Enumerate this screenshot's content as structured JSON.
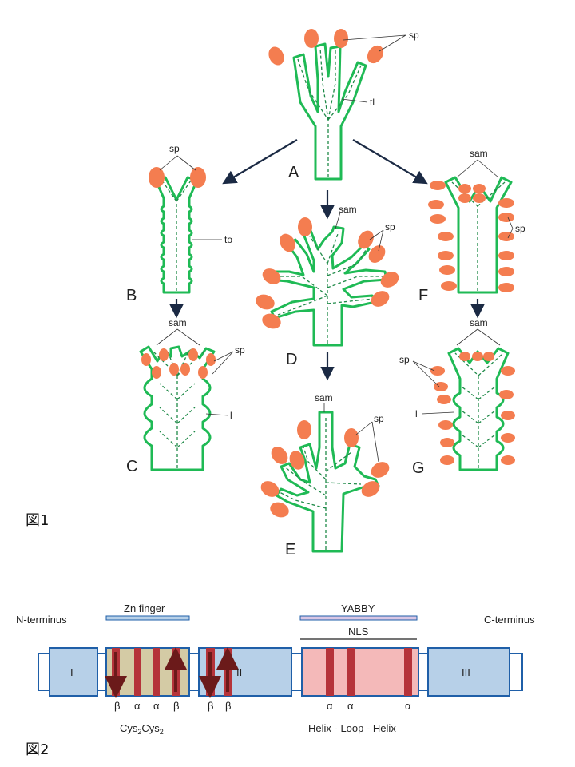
{
  "figure1": {
    "caption": "図1",
    "panels": [
      "A",
      "B",
      "C",
      "D",
      "E",
      "F",
      "G"
    ],
    "labels": {
      "sp": "sp",
      "tl": "tl",
      "to": "to",
      "sam": "sam",
      "l": "l"
    },
    "colors": {
      "plant_outline": "#1fba55",
      "sporangium": "#f47d50",
      "arrow": "#1b2a44"
    }
  },
  "figure2": {
    "caption": "図2",
    "n_terminus": "N-terminus",
    "c_terminus": "C-terminus",
    "zn_finger": "Zn finger",
    "yabby": "YABBY",
    "nls": "NLS",
    "domains": [
      "I",
      "II",
      "III"
    ],
    "zn_greek": [
      "β",
      "α",
      "α",
      "β"
    ],
    "ii_greek": [
      "β",
      "β"
    ],
    "helix_greek": [
      "α",
      "α",
      "α"
    ],
    "cys_base": "Cys",
    "cys_sub": "2",
    "helix_loop_helix": "Helix - Loop - Helix",
    "colors": {
      "domain": "#b7d0e8",
      "zn_box": "#d4cba5",
      "hlh_box": "#f4b9b9",
      "band": "#b5333a",
      "beta_arrow": "#6b1a1a"
    }
  }
}
